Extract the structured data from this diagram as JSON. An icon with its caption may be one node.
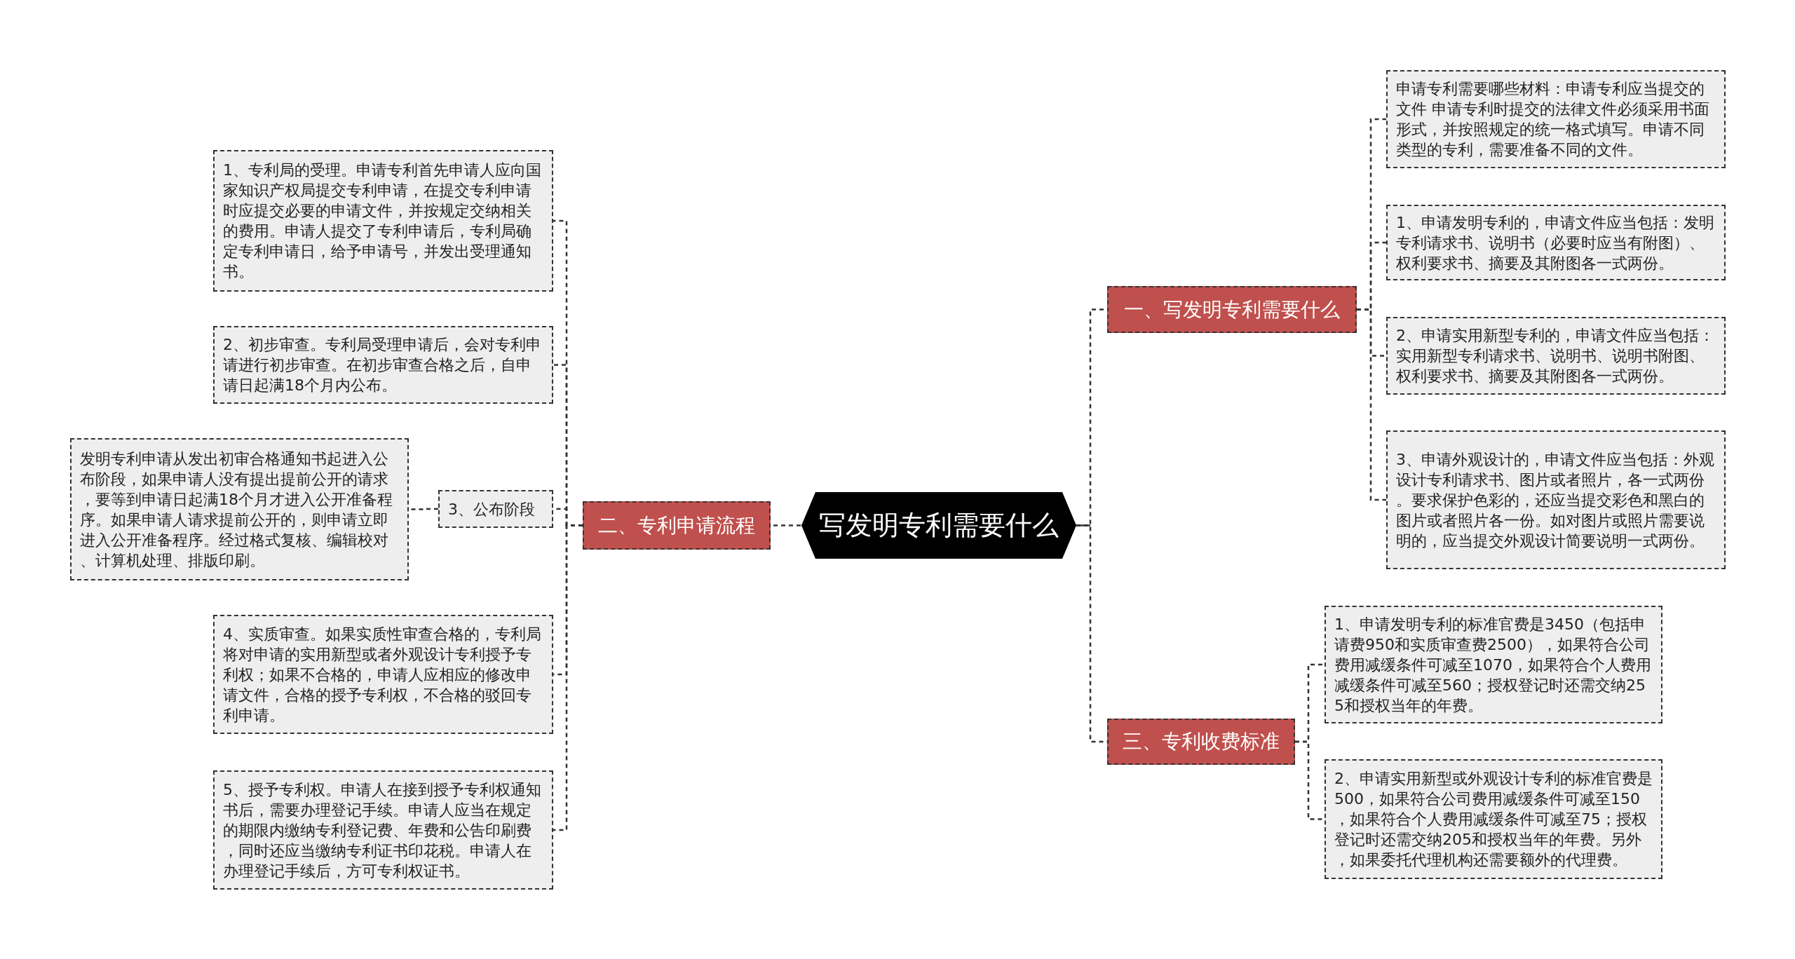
{
  "diagram": {
    "nodes": [
      {
        "text": [
          "写发明专利需要什么"
        ]
      },
      {
        "text": [
          "一、写发明专利需要什么"
        ]
      },
      {
        "text": [
          "二、专利申请流程"
        ]
      },
      {
        "text": [
          "三、专利收费标准"
        ]
      },
      {
        "text": [
          "申请专利需要哪些材料：申请专利应当提交的文件 申请专利时提交的法律文件必须采用书面形式，并按照规定的统一格式填写。申请不同类型的专利，需要准备不同的文件。"
        ]
      },
      {
        "text": [
          "1、申请发明专利的，申请文件应当包括：发明专利请求书、说明书（必要时应当有附图）、权利要求书、摘要及其附图各一式两份。"
        ]
      },
      {
        "text": [
          "2、申请实用新型专利的，申请文件应当包括：实用新型专利请求书、说明书、说明书附图、权利要求书、摘要及其附图各一式两份。"
        ]
      },
      {
        "text": [
          "3、申请外观设计的，申请文件应当包括：外观设计专利请求书、图片或者照片，各一式两份。要求保护色彩的，还应当提交彩色和黑白的图片或者照片各一份。如对图片或照片需要说明的，应当提交外观设计简要说明一式两份。"
        ]
      },
      {
        "text": [
          "1、申请发明专利的标准官费是3450（包括申请费950和实质审查费2500），如果符合公司费用减缓条件可减至1070，如果符合个人费用减缓条件可减至560；授权登记时还需交纳255和授权当年的年费。"
        ]
      },
      {
        "text": [
          "2、申请实用新型或外观设计专利的标准官费是500，如果符合公司费用减缓条件可减至150，如果符合个人费用减缓条件可减至75；授权登记时还需交纳205和授权当年的年费。另外，如果委托代理机构还需要额外的代理费。"
        ]
      },
      {
        "text": [
          "1、专利局的受理。申请专利首先申请人应向国家知识产权局提交专利申请，在提交专利申请时应提交必要的申请文件，并按规定交纳相关的费用。申请人提交了专利申请后，专利局确定专利申请日，给予申请号，并发出受理通知书。"
        ]
      },
      {
        "text": [
          "2、初步审查。专利局受理申请后，会对专利申请进行初步审查。在初步审查合格之后，自申请日起满18个月内公布。"
        ]
      },
      {
        "text": [
          "3、公布阶段"
        ]
      },
      {
        "text": [
          "发明专利申请从发出初审合格通知书起进入公布阶段，如果申请人没有提出提前公开的请求，要等到申请日起满18个月才进入公开准备程序。如果申请人请求提前公开的，则申请立即进入公开准备程序。经过格式复核、编辑校对、计算机处理、排版印刷。"
        ]
      },
      {
        "text": [
          "4、实质审查。如果实质性审查合格的，专利局将对申请的实用新型或者外观设计专利授予专利权；如果不合格的，申请人应相应的修改申请文件，合格的授予专利权，不合格的驳回专利申请。"
        ]
      },
      {
        "text": [
          "5、授予专利权。申请人在接到授予专利权通知书后，需要办理登记手续。申请人应当在规定的期限内缴纳专利登记费、年费和公告印刷费，同时还应当缴纳专利证书印花税。申请人在办理登记手续后，方可专利权证书。"
        ]
      }
    ],
    "edges": [
      {
        "from": 0,
        "to": 1,
        "arrow": "none"
      },
      {
        "from": 0,
        "to": 2,
        "arrow": "none"
      },
      {
        "from": 0,
        "to": 3,
        "arrow": "none"
      },
      {
        "from": 1,
        "to": 4,
        "arrow": "none"
      },
      {
        "from": 1,
        "to": 5,
        "arrow": "none"
      },
      {
        "from": 1,
        "to": 6,
        "arrow": "none"
      },
      {
        "from": 1,
        "to": 7,
        "arrow": "none"
      },
      {
        "from": 3,
        "to": 8,
        "arrow": "none"
      },
      {
        "from": 3,
        "to": 9,
        "arrow": "none"
      },
      {
        "from": 2,
        "to": 10,
        "arrow": "none"
      },
      {
        "from": 2,
        "to": 11,
        "arrow": "none"
      },
      {
        "from": 2,
        "to": 12,
        "arrow": "none"
      },
      {
        "from": 12,
        "to": 13,
        "arrow": "none"
      },
      {
        "from": 2,
        "to": 14,
        "arrow": "none"
      },
      {
        "from": 2,
        "to": 15,
        "arrow": "none"
      }
    ]
  }
}
